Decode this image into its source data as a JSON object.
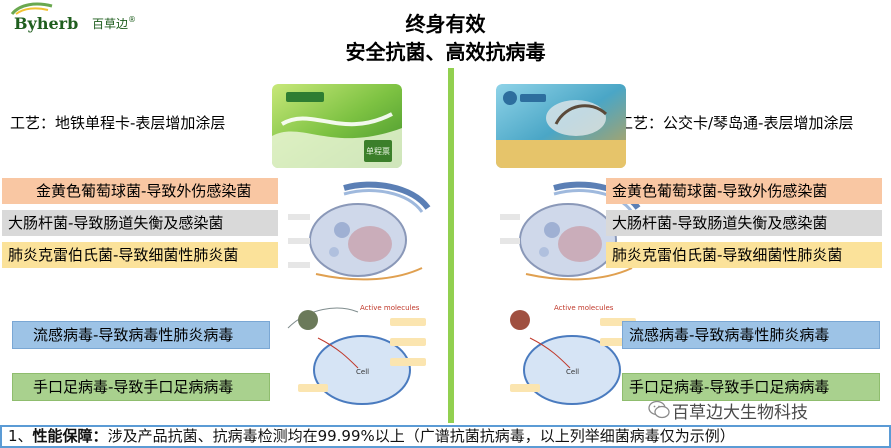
{
  "logo": {
    "brand": "Byherb",
    "brand_cn": "百草边",
    "reg": "®"
  },
  "title": {
    "line1": "终身有效",
    "line2": "安全抗菌、高效抗病毒"
  },
  "left": {
    "process": "工艺：地铁单程卡-表层增加涂层",
    "card_text": "单程票",
    "bacteria": [
      "金黄色葡萄球菌-导致外伤感染菌",
      "大肠杆菌-导致肠道失衡及感染菌",
      "肺炎克雷伯氏菌-导致细菌性肺炎菌"
    ],
    "viruses": [
      "流感病毒-导致病毒性肺炎病毒",
      "手口足病毒-导致手口足病病毒"
    ]
  },
  "right": {
    "process": "工艺：公交卡/琴岛通-表层增加涂层",
    "bacteria": [
      "金黄色葡萄球菌-导致外伤感染菌",
      "大肠杆菌-导致肠道失衡及感染菌",
      "肺炎克雷伯氏菌-导致细菌性肺炎菌"
    ],
    "viruses": [
      "流感病毒-导致病毒性肺炎病毒",
      "手口足病毒-导致手口足病病毒"
    ]
  },
  "diagram": {
    "active_molecules": "Active molecules",
    "cell": "Cell"
  },
  "watermark": "百草边大生物科技",
  "footer": {
    "prefix": "1、",
    "bold": "性能保障：",
    "text": "涉及产品抗菌、抗病毒检测均在99.99%以上（广谱抗菌抗病毒，以上列举细菌病毒仅为示例）"
  },
  "colors": {
    "divider": "#92d050",
    "footer_border": "#5b9bd5",
    "brand": "#1f5e1e"
  }
}
